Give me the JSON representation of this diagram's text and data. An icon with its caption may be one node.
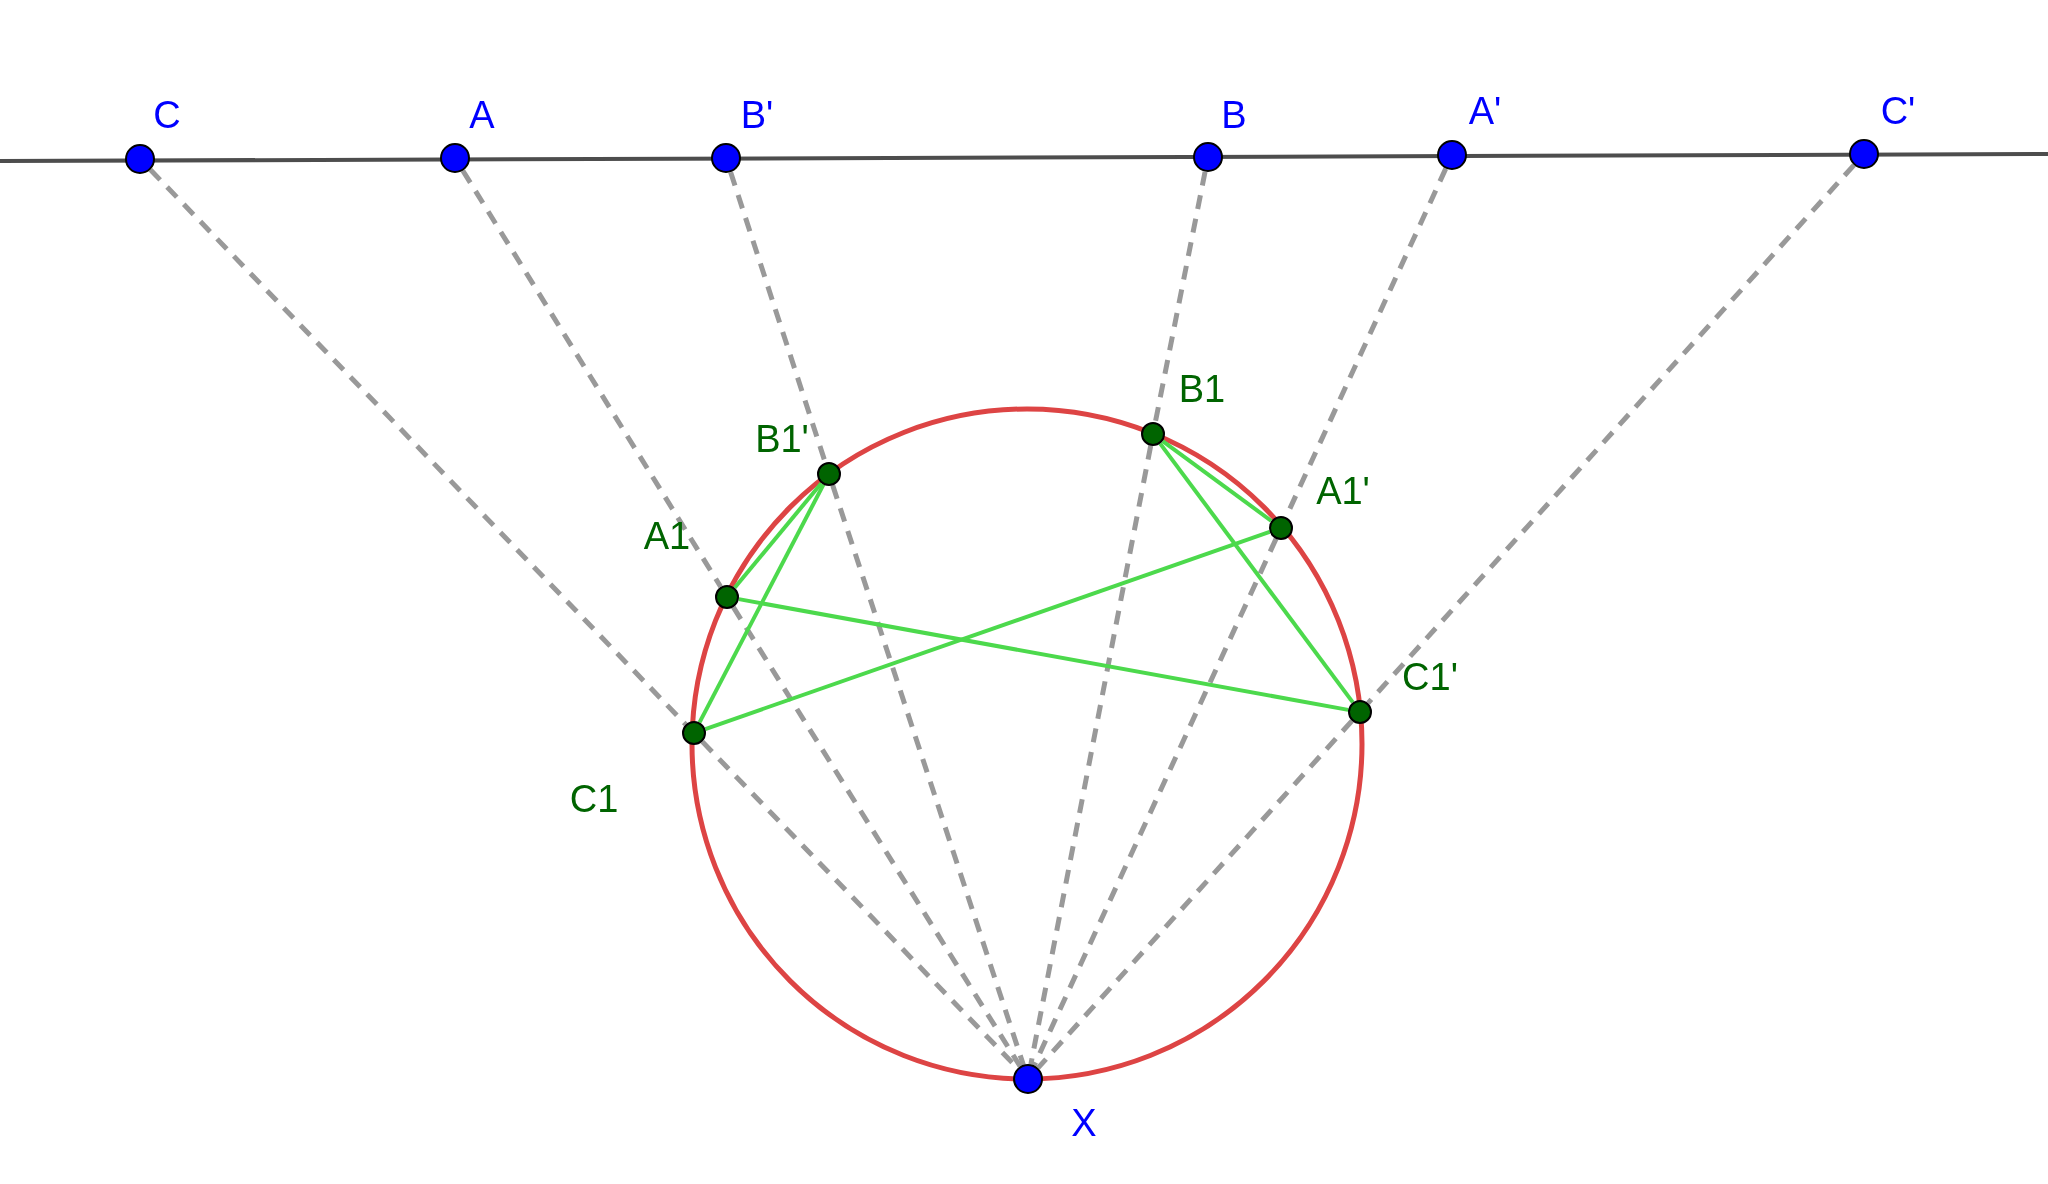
{
  "diagram": {
    "nodes": [
      {
        "text": [],
        "shape": "circle",
        "beside": [
          "C"
        ]
      },
      {
        "text": [],
        "shape": "circle",
        "beside": [
          "A"
        ]
      },
      {
        "text": [],
        "shape": "circle",
        "beside": [
          "B'"
        ]
      },
      {
        "text": [],
        "shape": "circle",
        "beside": [
          "B"
        ]
      },
      {
        "text": [],
        "shape": "circle",
        "beside": [
          "A'"
        ]
      },
      {
        "text": [],
        "shape": "circle",
        "beside": [
          "C'"
        ]
      },
      {
        "text": [],
        "shape": "circle",
        "beside": [
          "B1"
        ]
      },
      {
        "text": [],
        "shape": "circle",
        "beside": [
          "B1'"
        ]
      },
      {
        "text": [],
        "shape": "circle",
        "beside": [
          "A1'"
        ]
      },
      {
        "text": [],
        "shape": "circle",
        "beside": [
          "A1"
        ]
      },
      {
        "text": [],
        "shape": "circle",
        "beside": [
          "C1'"
        ]
      },
      {
        "text": [],
        "shape": "circle",
        "beside": [
          "C1"
        ]
      },
      {
        "text": [],
        "shape": "circle",
        "beside": [
          "X"
        ]
      }
    ],
    "edges": [
      {
        "from": 0,
        "to": 11,
        "arrow": "none",
        "style": "dashed",
        "color": "#999999"
      },
      {
        "from": 11,
        "to": 12,
        "arrow": "none",
        "style": "dashed",
        "color": "#999999"
      },
      {
        "from": 1,
        "to": 9,
        "arrow": "none",
        "style": "dashed",
        "color": "#999999"
      },
      {
        "from": 9,
        "to": 12,
        "arrow": "none",
        "style": "dashed",
        "color": "#999999"
      },
      {
        "from": 2,
        "to": 7,
        "arrow": "none",
        "style": "dashed",
        "color": "#999999"
      },
      {
        "from": 7,
        "to": 12,
        "arrow": "none",
        "style": "dashed",
        "color": "#999999"
      },
      {
        "from": 3,
        "to": 6,
        "arrow": "none",
        "style": "dashed",
        "color": "#999999"
      },
      {
        "from": 6,
        "to": 12,
        "arrow": "none",
        "style": "dashed",
        "color": "#999999"
      },
      {
        "from": 4,
        "to": 8,
        "arrow": "none",
        "style": "dashed",
        "color": "#999999"
      },
      {
        "from": 8,
        "to": 12,
        "arrow": "none",
        "style": "dashed",
        "color": "#999999"
      },
      {
        "from": 5,
        "to": 10,
        "arrow": "none",
        "style": "dashed",
        "color": "#999999"
      },
      {
        "from": 10,
        "to": 12,
        "arrow": "none",
        "style": "dashed",
        "color": "#999999"
      },
      {
        "from": 9,
        "to": 10,
        "arrow": "none",
        "color": "#4cd94c"
      },
      {
        "from": 11,
        "to": 8,
        "arrow": "none",
        "color": "#4cd94c"
      },
      {
        "from": 7,
        "to": 9,
        "arrow": "none",
        "color": "#4cd94c"
      },
      {
        "from": 7,
        "to": 11,
        "arrow": "none",
        "color": "#4cd94c"
      },
      {
        "from": 6,
        "to": 8,
        "arrow": "none",
        "color": "#4cd94c"
      },
      {
        "from": 6,
        "to": 10,
        "arrow": "none",
        "color": "#4cd94c"
      }
    ]
  }
}
